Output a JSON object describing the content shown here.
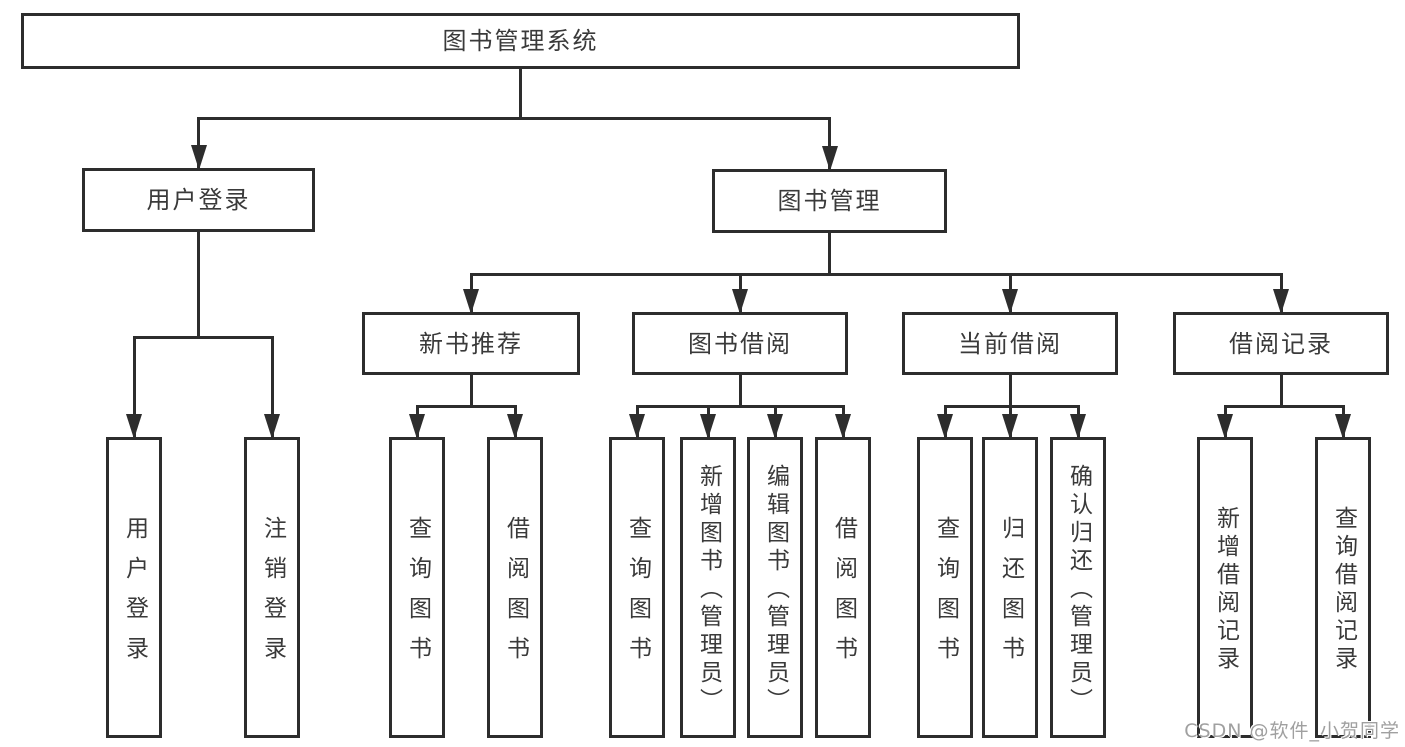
{
  "watermark": "CSDN @软件_小贺同学",
  "colors": {
    "line": "#2d2d2d",
    "text": "#3a3a3a",
    "background": "#ffffff",
    "watermark": "#a0a0a0"
  },
  "diagram": {
    "type": "hierarchy-tree",
    "root": {
      "id": "root",
      "label": "图书管理系统",
      "children": [
        {
          "id": "user-login",
          "label": "用户登录",
          "children": [
            {
              "id": "login",
              "label": "用户登录"
            },
            {
              "id": "logout",
              "label": "注销登录"
            }
          ]
        },
        {
          "id": "book-mgmt",
          "label": "图书管理",
          "children": [
            {
              "id": "new-book-rec",
              "label": "新书推荐",
              "children": [
                {
                  "id": "nbr-query",
                  "label": "查询图书"
                },
                {
                  "id": "nbr-borrow",
                  "label": "借阅图书"
                }
              ]
            },
            {
              "id": "book-borrow",
              "label": "图书借阅",
              "children": [
                {
                  "id": "bb-query",
                  "label": "查询图书"
                },
                {
                  "id": "bb-add",
                  "label": "新增图书（管理员）"
                },
                {
                  "id": "bb-edit",
                  "label": "编辑图书（管理员）"
                },
                {
                  "id": "bb-borrow",
                  "label": "借阅图书"
                }
              ]
            },
            {
              "id": "current-borrow",
              "label": "当前借阅",
              "children": [
                {
                  "id": "cb-query",
                  "label": "查询图书"
                },
                {
                  "id": "cb-return",
                  "label": "归还图书"
                },
                {
                  "id": "cb-confirm",
                  "label": "确认归还（管理员）"
                }
              ]
            },
            {
              "id": "borrow-records",
              "label": "借阅记录",
              "children": [
                {
                  "id": "br-add",
                  "label": "新增借阅记录"
                },
                {
                  "id": "br-query",
                  "label": "查询借阅记录"
                }
              ]
            }
          ]
        }
      ]
    }
  }
}
